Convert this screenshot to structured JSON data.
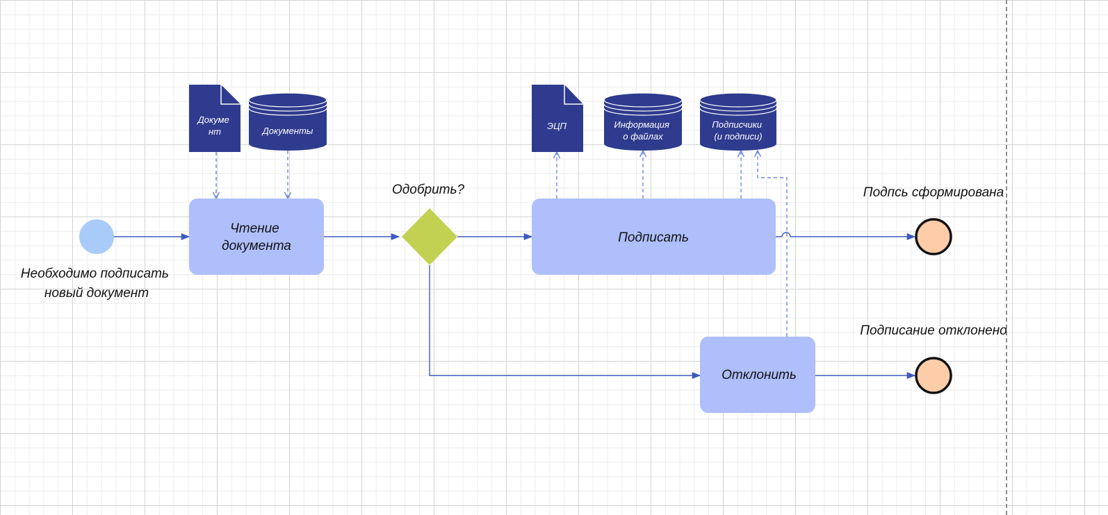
{
  "colors": {
    "task_fill": "#aebffb",
    "gateway_fill": "#c2d152",
    "start_fill": "#a9cbf9",
    "end_fill": "#fdcca8",
    "data_fill": "#2e3b8e",
    "flow_line": "#3c5bc0",
    "assoc_line": "#6b8ae0"
  },
  "start_event": {
    "label_line1": "Необходимо подписать",
    "label_line2": "новый документ"
  },
  "tasks": {
    "read": {
      "line1": "Чтение",
      "line2": "документа"
    },
    "sign": {
      "label": "Подписать"
    },
    "reject": {
      "label": "Отклонить"
    }
  },
  "gateway": {
    "label": "Одобрить?"
  },
  "end_events": {
    "signed": {
      "label": "Подпсь сформирована"
    },
    "rejected": {
      "label": "Подписание отклонено"
    }
  },
  "data_objects": {
    "document": {
      "line1": "Докуме",
      "line2": "нт"
    },
    "signature": {
      "label": "ЭЦП"
    }
  },
  "data_stores": {
    "documents": {
      "label": "Документы"
    },
    "file_info": {
      "line1": "Информация",
      "line2": "о файлах"
    },
    "subscribers": {
      "line1": "Подписчики",
      "line2": "(и подписи)"
    }
  }
}
